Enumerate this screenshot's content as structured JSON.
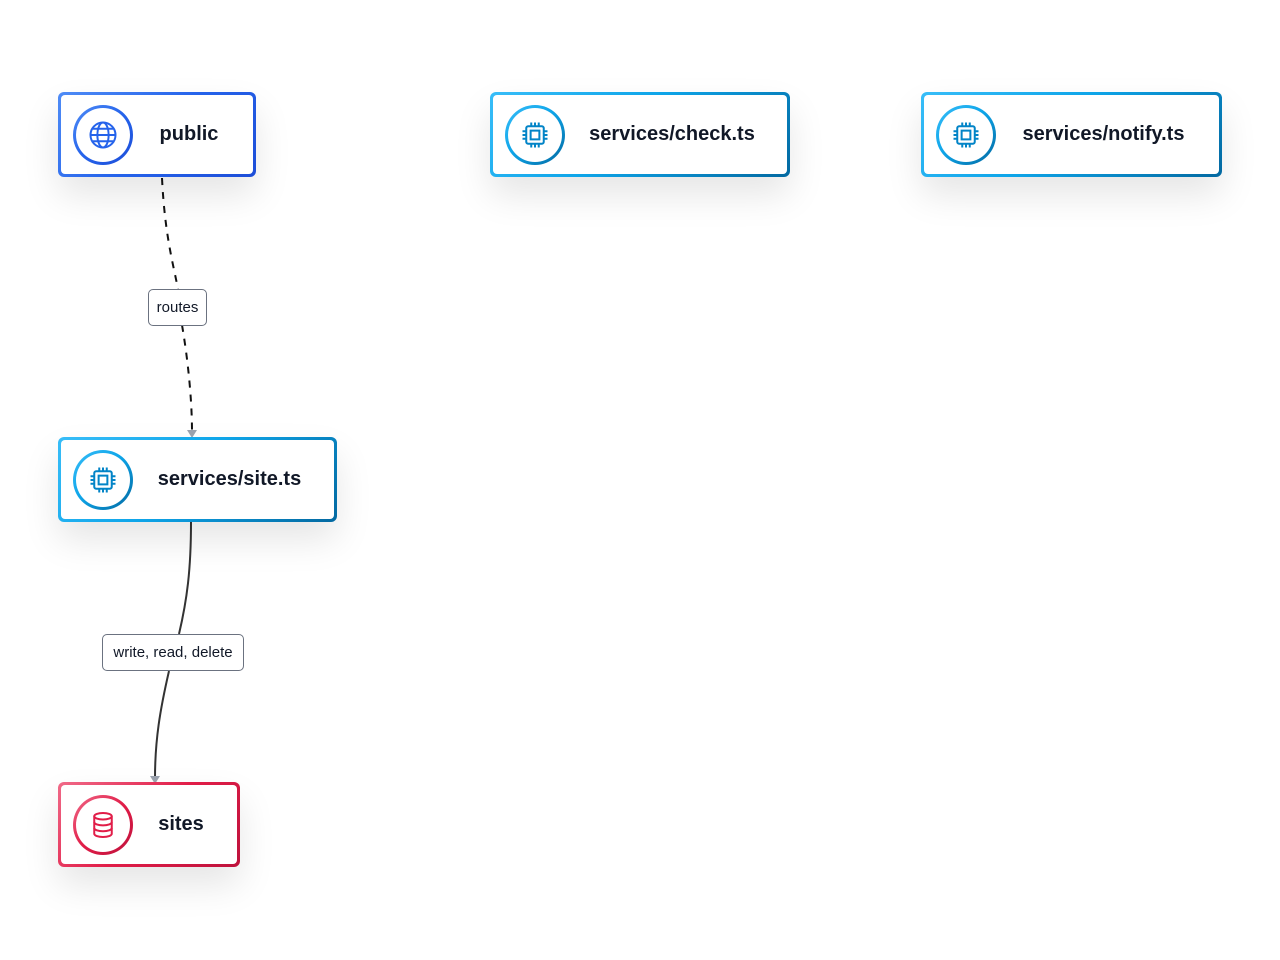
{
  "nodes": {
    "public": {
      "label": "public",
      "icon": "globe-icon",
      "color": "#2563eb"
    },
    "check": {
      "label": "services/check.ts",
      "icon": "cpu-chip-icon",
      "color": "#0ea5e9"
    },
    "notify": {
      "label": "services/notify.ts",
      "icon": "cpu-chip-icon",
      "color": "#0ea5e9"
    },
    "site": {
      "label": "services/site.ts",
      "icon": "cpu-chip-icon",
      "color": "#0ea5e9"
    },
    "sites": {
      "label": "sites",
      "icon": "database-icon",
      "color": "#e11d48"
    }
  },
  "edges": {
    "public_to_site": {
      "from": "public",
      "to": "services/site.ts",
      "label": "routes",
      "style": "dashed"
    },
    "site_to_sites": {
      "from": "services/site.ts",
      "to": "sites",
      "label": "write, read, delete",
      "style": "solid"
    }
  }
}
